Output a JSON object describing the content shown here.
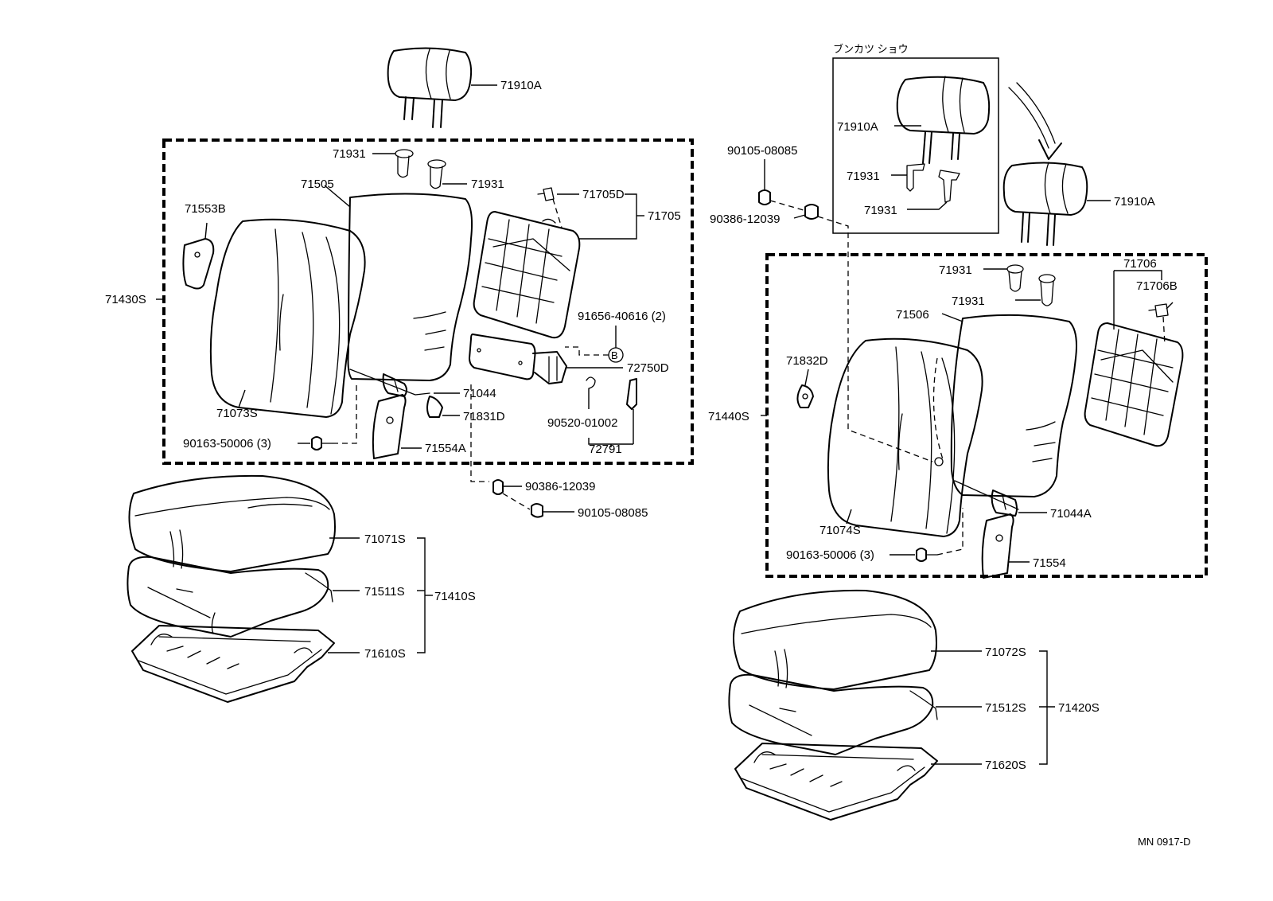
{
  "labels": {
    "l71910A_top": "71910A",
    "l71931_a": "71931",
    "l71931_b": "71931",
    "l71505": "71505",
    "l71705D": "71705D",
    "l71705": "71705",
    "l71553B": "71553B",
    "l71430S": "71430S",
    "l91656": "91656-40616 (2)",
    "l72750D": "72750D",
    "l71044": "71044",
    "l71073S": "71073S",
    "l71831D": "71831D",
    "l90520": "90520-01002",
    "l72791": "72791",
    "l90163_left": "90163-50006 (3)",
    "l71554A": "71554A",
    "l90386_left": "90386-12039",
    "l90105_left": "90105-08085",
    "l71071S": "71071S",
    "l71511S": "71511S",
    "l71410S": "71410S",
    "l71610S": "71610S",
    "bunkatsu": "ブンカツ ショウ",
    "l71910A_inset": "71910A",
    "l71931_inset1": "71931",
    "l71931_inset2": "71931",
    "l71910A_right": "71910A",
    "l90105_right": "90105-08085",
    "l90386_right": "90386-12039",
    "l71931_r1": "71931",
    "l71931_r2": "71931",
    "l71706": "71706",
    "l71706B": "71706B",
    "l71506": "71506",
    "l71832D": "71832D",
    "l71440S": "71440S",
    "l71074S": "71074S",
    "l71044A": "71044A",
    "l90163_right": "90163-50006 (3)",
    "l71554": "71554",
    "l71072S": "71072S",
    "l71512S": "71512S",
    "l71420S": "71420S",
    "l71620S": "71620S",
    "fig_code": "MN 0917-D",
    "bolt_mark": "B"
  }
}
